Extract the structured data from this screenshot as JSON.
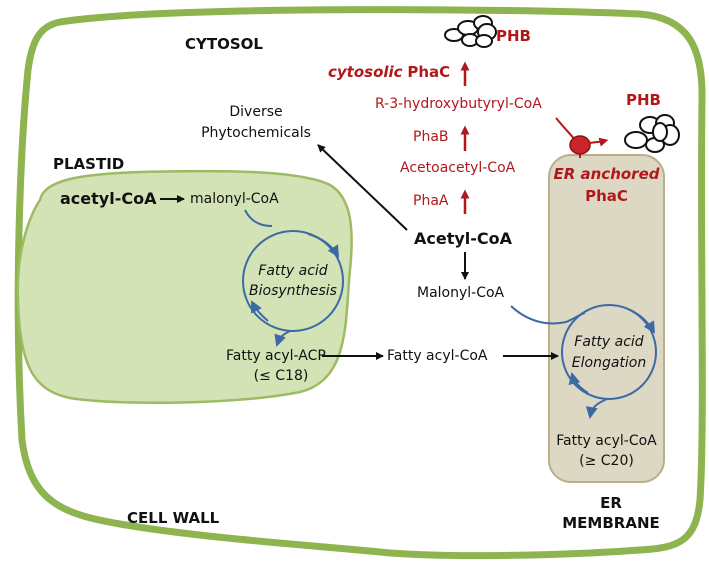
{
  "colors": {
    "cell_wall": "#8db44f",
    "plastid_fill": "#d4e3b5",
    "plastid_stroke": "#9dbb62",
    "er_fill": "#ddd8c4",
    "er_stroke": "#b8b08a",
    "pha_red": "#b2181b",
    "cycle_blue": "#3b6aa5",
    "text": "#111111"
  },
  "compartments": {
    "cytosol": "CYTOSOL",
    "plastid": "PLASTID",
    "cell_wall": "CELL WALL",
    "er_membrane_1": "ER",
    "er_membrane_2": "MEMBRANE"
  },
  "plastid": {
    "acetyl_coa": "acetyl-CoA",
    "malonyl_coa": "malonyl-CoA",
    "cycle_line1": "Fatty acid",
    "cycle_line2": "Biosynthesis",
    "fatty_acyl_acp": "Fatty acyl-ACP",
    "acp_chain": "(≤ C18)"
  },
  "cytosol": {
    "diverse_1": "Diverse",
    "diverse_2": "Phytochemicals",
    "acetyl_coa": "Acetyl-CoA",
    "malonyl_coa": "Malonyl-CoA",
    "fatty_acyl_coa": "Fatty acyl-CoA"
  },
  "pha_pathway": {
    "phb_top": "PHB",
    "cytosolic_italic": "cytosolic",
    "phac": "PhaC",
    "r3hb": "R-3-hydroxybutyryl-CoA",
    "phab": "PhaB",
    "acetoacetyl": "Acetoacetyl-CoA",
    "phaa": "PhaA",
    "phb_er": "PHB"
  },
  "er": {
    "anchored_line1": "ER anchored",
    "anchored_line2": "PhaC",
    "cycle_line1": "Fatty acid",
    "cycle_line2": "Elongation",
    "fatty_acyl_coa": "Fatty acyl-CoA",
    "chain": "(≥ C20)"
  }
}
